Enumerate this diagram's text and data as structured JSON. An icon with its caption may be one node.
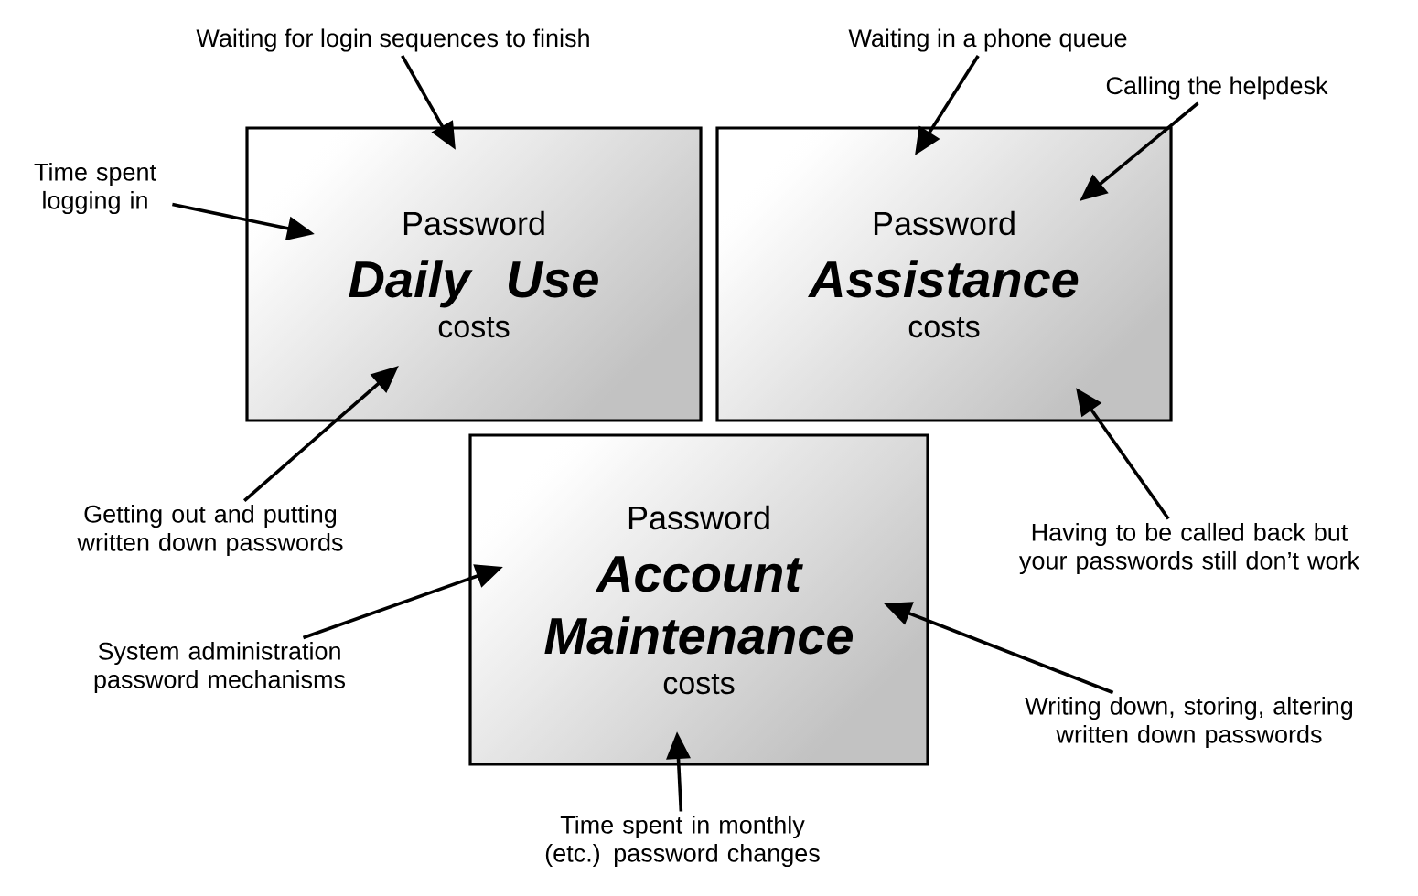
{
  "diagram": {
    "nodes": [
      {
        "text": [
          "Password",
          "Daily Use",
          "costs"
        ]
      },
      {
        "text": [
          "Password",
          "Assistance",
          "costs"
        ]
      },
      {
        "text": [
          "Password",
          "Account Maintenance",
          "costs"
        ]
      },
      {
        "text": [
          "Waiting for login sequences to finish"
        ]
      },
      {
        "text": [
          "Time spent logging in"
        ]
      },
      {
        "text": [
          "Getting out and putting written down passwords"
        ]
      },
      {
        "text": [
          "Waiting in a phone queue"
        ]
      },
      {
        "text": [
          "Calling the helpdesk"
        ]
      },
      {
        "text": [
          "Having to be called back but your passwords still don’t work"
        ]
      },
      {
        "text": [
          "System administration password mechanisms"
        ]
      },
      {
        "text": [
          "Writing down, storing, altering written down passwords"
        ]
      },
      {
        "text": [
          "Time spent in monthly (etc.) password changes"
        ]
      }
    ],
    "edges": [
      {
        "from": 3,
        "to": 0,
        "arrow": "to"
      },
      {
        "from": 4,
        "to": 0,
        "arrow": "to"
      },
      {
        "from": 5,
        "to": 0,
        "arrow": "to"
      },
      {
        "from": 6,
        "to": 1,
        "arrow": "to"
      },
      {
        "from": 7,
        "to": 1,
        "arrow": "to"
      },
      {
        "from": 8,
        "to": 1,
        "arrow": "to"
      },
      {
        "from": 9,
        "to": 2,
        "arrow": "to"
      },
      {
        "from": 10,
        "to": 2,
        "arrow": "to"
      },
      {
        "from": 11,
        "to": 2,
        "arrow": "to"
      }
    ]
  }
}
